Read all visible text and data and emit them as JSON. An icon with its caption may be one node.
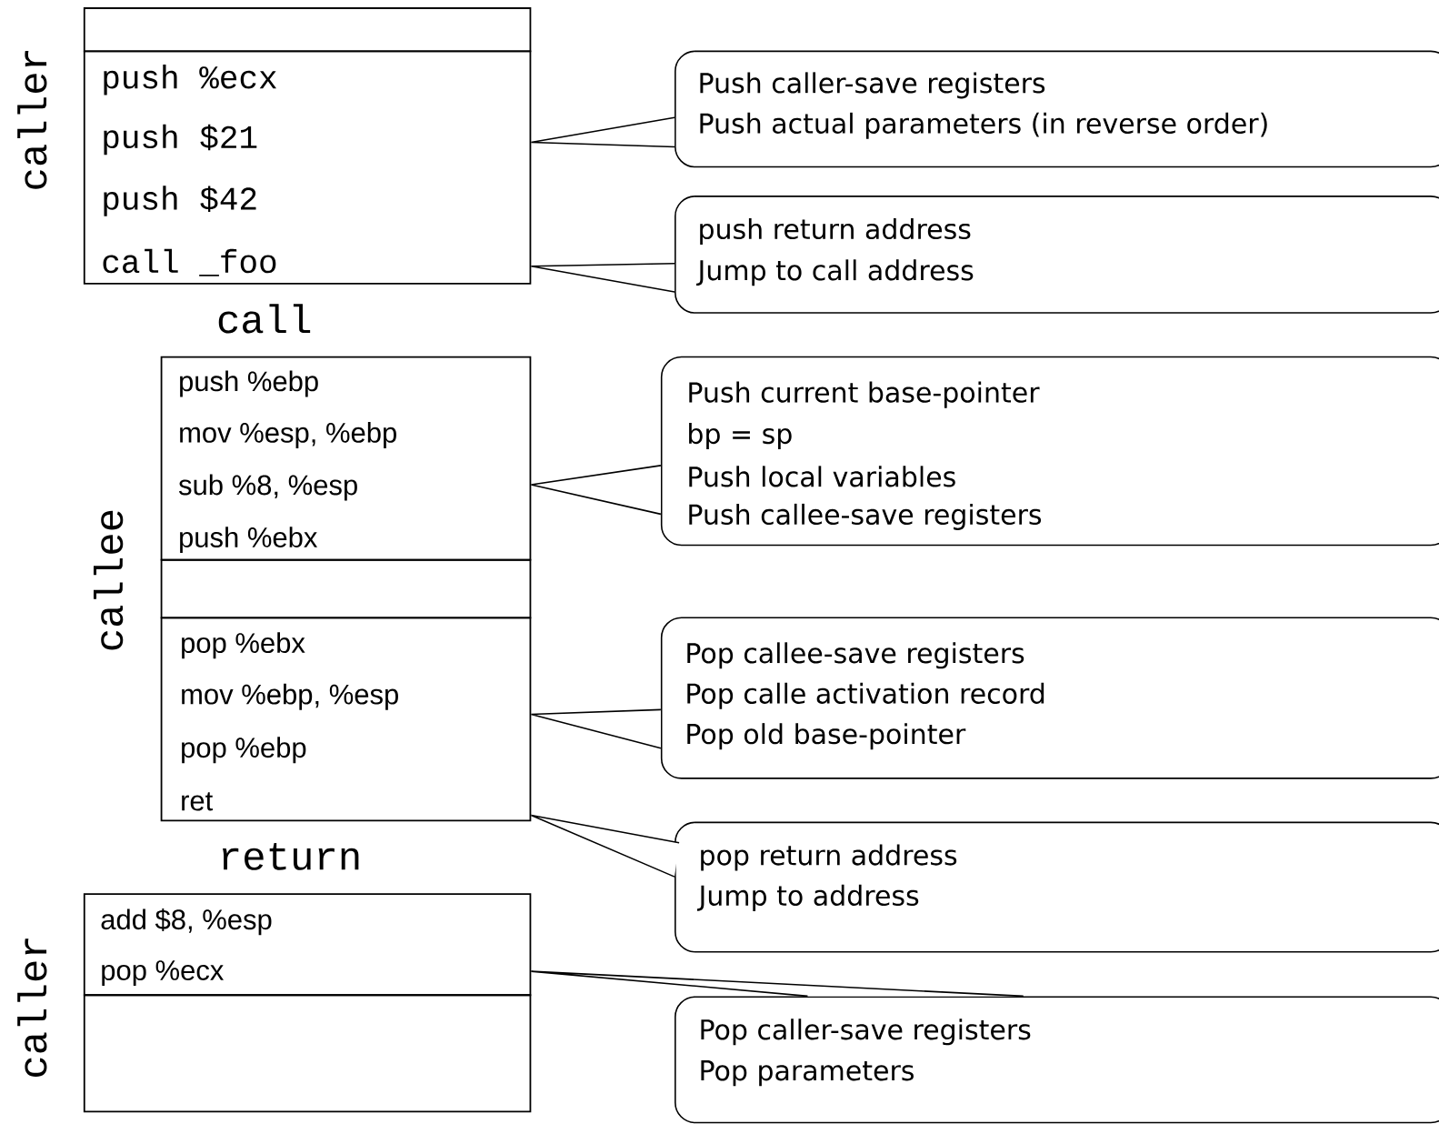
{
  "diagram": {
    "nodes": [
      {
        "text": [],
        "shape": "box"
      },
      {
        "text": [
          "push %ecx",
          "push $21",
          "push $42",
          "call _foo"
        ]
      },
      {
        "text": [
          "push %ebp",
          "mov %esp, %ebp",
          "sub %8, %esp",
          "push %ebx"
        ]
      },
      {
        "text": [],
        "shape": "box"
      },
      {
        "text": [
          "pop %ebx",
          "mov %ebp, %esp",
          "pop %ebp",
          "ret"
        ]
      },
      {
        "text": [
          "add $8, %esp",
          "pop %ecx"
        ]
      },
      {
        "text": [],
        "shape": "box"
      },
      {
        "text": [
          "Push caller-save registers",
          "Push actual parameters (in reverse order)"
        ]
      },
      {
        "text": [
          "push return address",
          "Jump to call address"
        ]
      },
      {
        "text": [
          "Push current base-pointer",
          "bp = sp",
          "Push local variables",
          "Push callee-save registers"
        ]
      },
      {
        "text": [
          "Pop callee-save registers",
          "Pop calle activation record",
          "Pop old base-pointer"
        ]
      },
      {
        "text": [
          "pop return address",
          "Jump to address"
        ]
      },
      {
        "text": [
          "Pop caller-save registers",
          "Pop parameters"
        ]
      }
    ],
    "edges": [
      {
        "from": 7,
        "to": 1,
        "arrow": "none"
      },
      {
        "from": 8,
        "to": 1,
        "arrow": "none"
      },
      {
        "from": 9,
        "to": 2,
        "arrow": "none"
      },
      {
        "from": 10,
        "to": 4,
        "arrow": "none"
      },
      {
        "from": 11,
        "to": 4,
        "arrow": "none"
      },
      {
        "from": 12,
        "to": 5,
        "arrow": "none"
      }
    ],
    "labels": [
      "caller",
      "call",
      "callee",
      "return",
      "caller"
    ]
  }
}
